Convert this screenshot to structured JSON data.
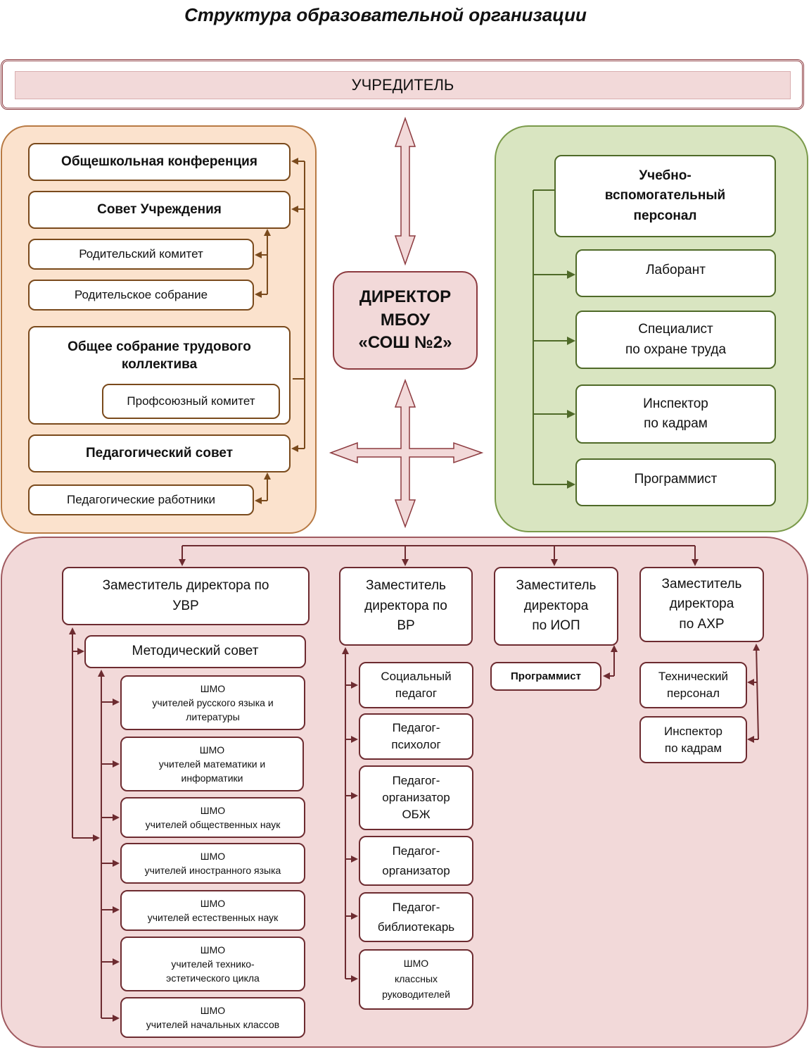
{
  "title": "Структура образовательной организации",
  "founder": "УЧРЕДИТЕЛЬ",
  "director": [
    "ДИРЕКТОР",
    "МБОУ",
    "«СОШ №2»"
  ],
  "left_panel": {
    "general_conference": "Общешкольная конференция",
    "institution_council": "Совет Учреждения",
    "parent_committee": "Родительский комитет",
    "parent_meeting": "Родительское собрание",
    "staff_meeting": [
      "Общее собрание трудового",
      "коллектива"
    ],
    "trade_union": "Профсоюзный комитет",
    "ped_council": "Педагогический совет",
    "ped_workers": "Педагогические работники"
  },
  "right_panel": {
    "support_staff": [
      "Учебно-",
      "вспомогательный",
      "персонал"
    ],
    "lab_assistant": "Лаборант",
    "safety_specialist": [
      "Специалист",
      "по охране труда"
    ],
    "hr_inspector": [
      "Инспектор",
      "по кадрам"
    ],
    "programmer": "Программист"
  },
  "bottom": {
    "deputy_uvr": [
      "Заместитель директора по",
      "УВР"
    ],
    "method_council": "Методический совет",
    "shmo": [
      [
        "ШМО",
        "учителей русского языка и",
        "литературы"
      ],
      [
        "ШМО",
        "учителей математики и",
        "информатики"
      ],
      [
        "ШМО",
        "учителей общественных наук"
      ],
      [
        "ШМО",
        "учителей иностранного языка"
      ],
      [
        "ШМО",
        "учителей естественных наук"
      ],
      [
        "ШМО",
        "учителей технико-",
        "эстетического цикла"
      ],
      [
        "ШМО",
        "учителей начальных классов"
      ]
    ],
    "deputy_vr": [
      "Заместитель",
      "директора по",
      "ВР"
    ],
    "vr_items": [
      [
        "Социальный",
        "педагог"
      ],
      [
        "Педагог-",
        "психолог"
      ],
      [
        "Педагог-",
        "организатор",
        "ОБЖ"
      ],
      [
        "Педагог-",
        "организатор"
      ],
      [
        "Педагог-",
        "библиотекарь"
      ],
      [
        "ШМО",
        "классных",
        "руководителей"
      ]
    ],
    "deputy_iop": [
      "Заместитель",
      "директора",
      "по ИОП"
    ],
    "iop_programmer": "Программист",
    "deputy_ahr": [
      "Заместитель",
      "директора",
      "по АХР"
    ],
    "ahr_items": [
      [
        "Технический",
        "персонал"
      ],
      [
        "Инспектор",
        "по кадрам"
      ]
    ]
  },
  "colors": {
    "left_fill": "#fbe2cd",
    "right_fill": "#d9e5c1",
    "bottom_fill": "#f2d9d9",
    "left_arrow": "#7a4a1c",
    "right_arrow": "#4f6a28",
    "bottom_arrow": "#6d2b30"
  }
}
